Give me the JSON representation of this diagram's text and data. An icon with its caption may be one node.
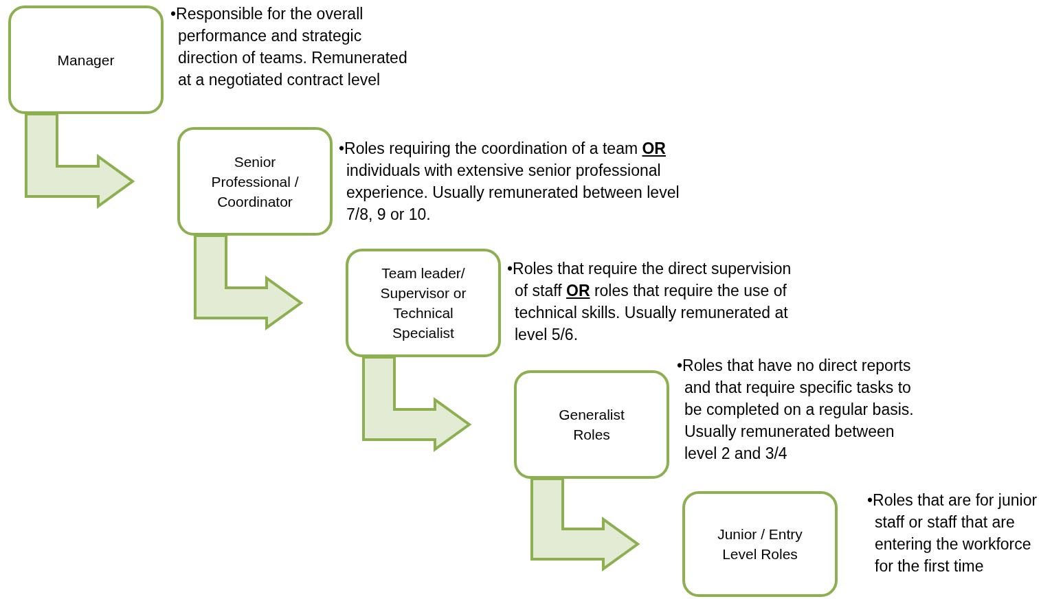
{
  "diagram": {
    "nodes": [
      {
        "text": [
          "Manager"
        ],
        "beside": [
          "•Responsible for the overall performance and strategic direction of teams. Remunerated at a negotiated contract level"
        ]
      },
      {
        "text": [
          "Senior Professional / Coordinator"
        ],
        "beside": [
          "•Roles requiring the coordination of a team **OR** individuals with extensive senior professional experience. Usually remunerated between level 7/8, 9 or 10."
        ]
      },
      {
        "text": [
          "Team leader/ Supervisor or Technical Specialist"
        ],
        "beside": [
          "•Roles that require the direct supervision of staff **OR** roles that require the use of technical skills. Usually remunerated at level 5/6."
        ]
      },
      {
        "text": [
          "Generalist Roles"
        ],
        "beside": [
          "•Roles that have no direct reports and that require specific tasks to be completed on a regular basis. Usually remunerated between level 2 and 3/4"
        ]
      },
      {
        "text": [
          "Junior / Entry Level Roles"
        ],
        "beside": [
          "•Roles that are for junior staff or staff that are entering the workforce for the first time"
        ]
      }
    ],
    "edges": [
      {
        "from": 0,
        "to": 1,
        "arrow": "to"
      },
      {
        "from": 1,
        "to": 2,
        "arrow": "to"
      },
      {
        "from": 2,
        "to": 3,
        "arrow": "to"
      },
      {
        "from": 3,
        "to": 4,
        "arrow": "to"
      }
    ]
  }
}
